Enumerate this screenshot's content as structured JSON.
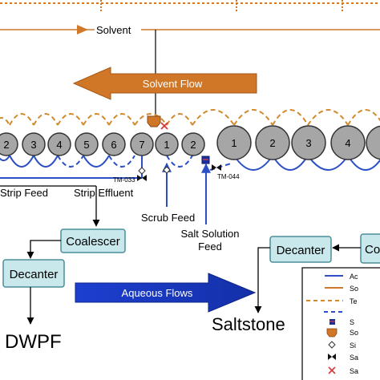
{
  "top": {
    "solvent_label": "Solvent"
  },
  "solvent_flow": {
    "label": "Solvent Flow"
  },
  "aqueous_flows": {
    "label": "Aqueous Flows"
  },
  "stages": {
    "strip": [
      "2",
      "3",
      "4",
      "5",
      "6",
      "7"
    ],
    "scrub": [
      "1",
      "2"
    ],
    "extraction": [
      "1",
      "2",
      "3",
      "4"
    ]
  },
  "instruments": {
    "tm033": "TM-033",
    "tm044": "TM-044"
  },
  "labels": {
    "strip_feed": "Strip Feed",
    "strip_effluent": "Strip Effluent",
    "scrub_feed": "Scrub Feed",
    "salt_solution_feed_line1": "Salt Solution",
    "salt_solution_feed_line2": "Feed",
    "dwpf": "DWPF",
    "saltstone": "Saltstone"
  },
  "boxes": {
    "coalescer": "Coalescer",
    "decanter_left": "Decanter",
    "decanter_right": "Decanter",
    "co_partial": "Co"
  },
  "legend": {
    "items": [
      {
        "symbol": "solid-blue-line",
        "label": "Ac"
      },
      {
        "symbol": "solid-orange-line",
        "label": "So"
      },
      {
        "symbol": "dashed-orange-line",
        "label": "Te"
      },
      {
        "symbol": "dashed-blue-line",
        "label": ""
      },
      {
        "symbol": "sampler-icon",
        "label": "S"
      },
      {
        "symbol": "tank-icon",
        "label": "So"
      },
      {
        "symbol": "diamond-icon",
        "label": "Si"
      },
      {
        "symbol": "bowtie-valve-icon",
        "label": "Sa"
      },
      {
        "symbol": "cross-icon",
        "label": "Sa"
      }
    ]
  },
  "colors": {
    "orange": "#d0792a",
    "blue": "#2b4fc4",
    "cell_gray": "#a6a6a6",
    "box_fill": "#c9e8ec",
    "red": "#d23a3a"
  }
}
